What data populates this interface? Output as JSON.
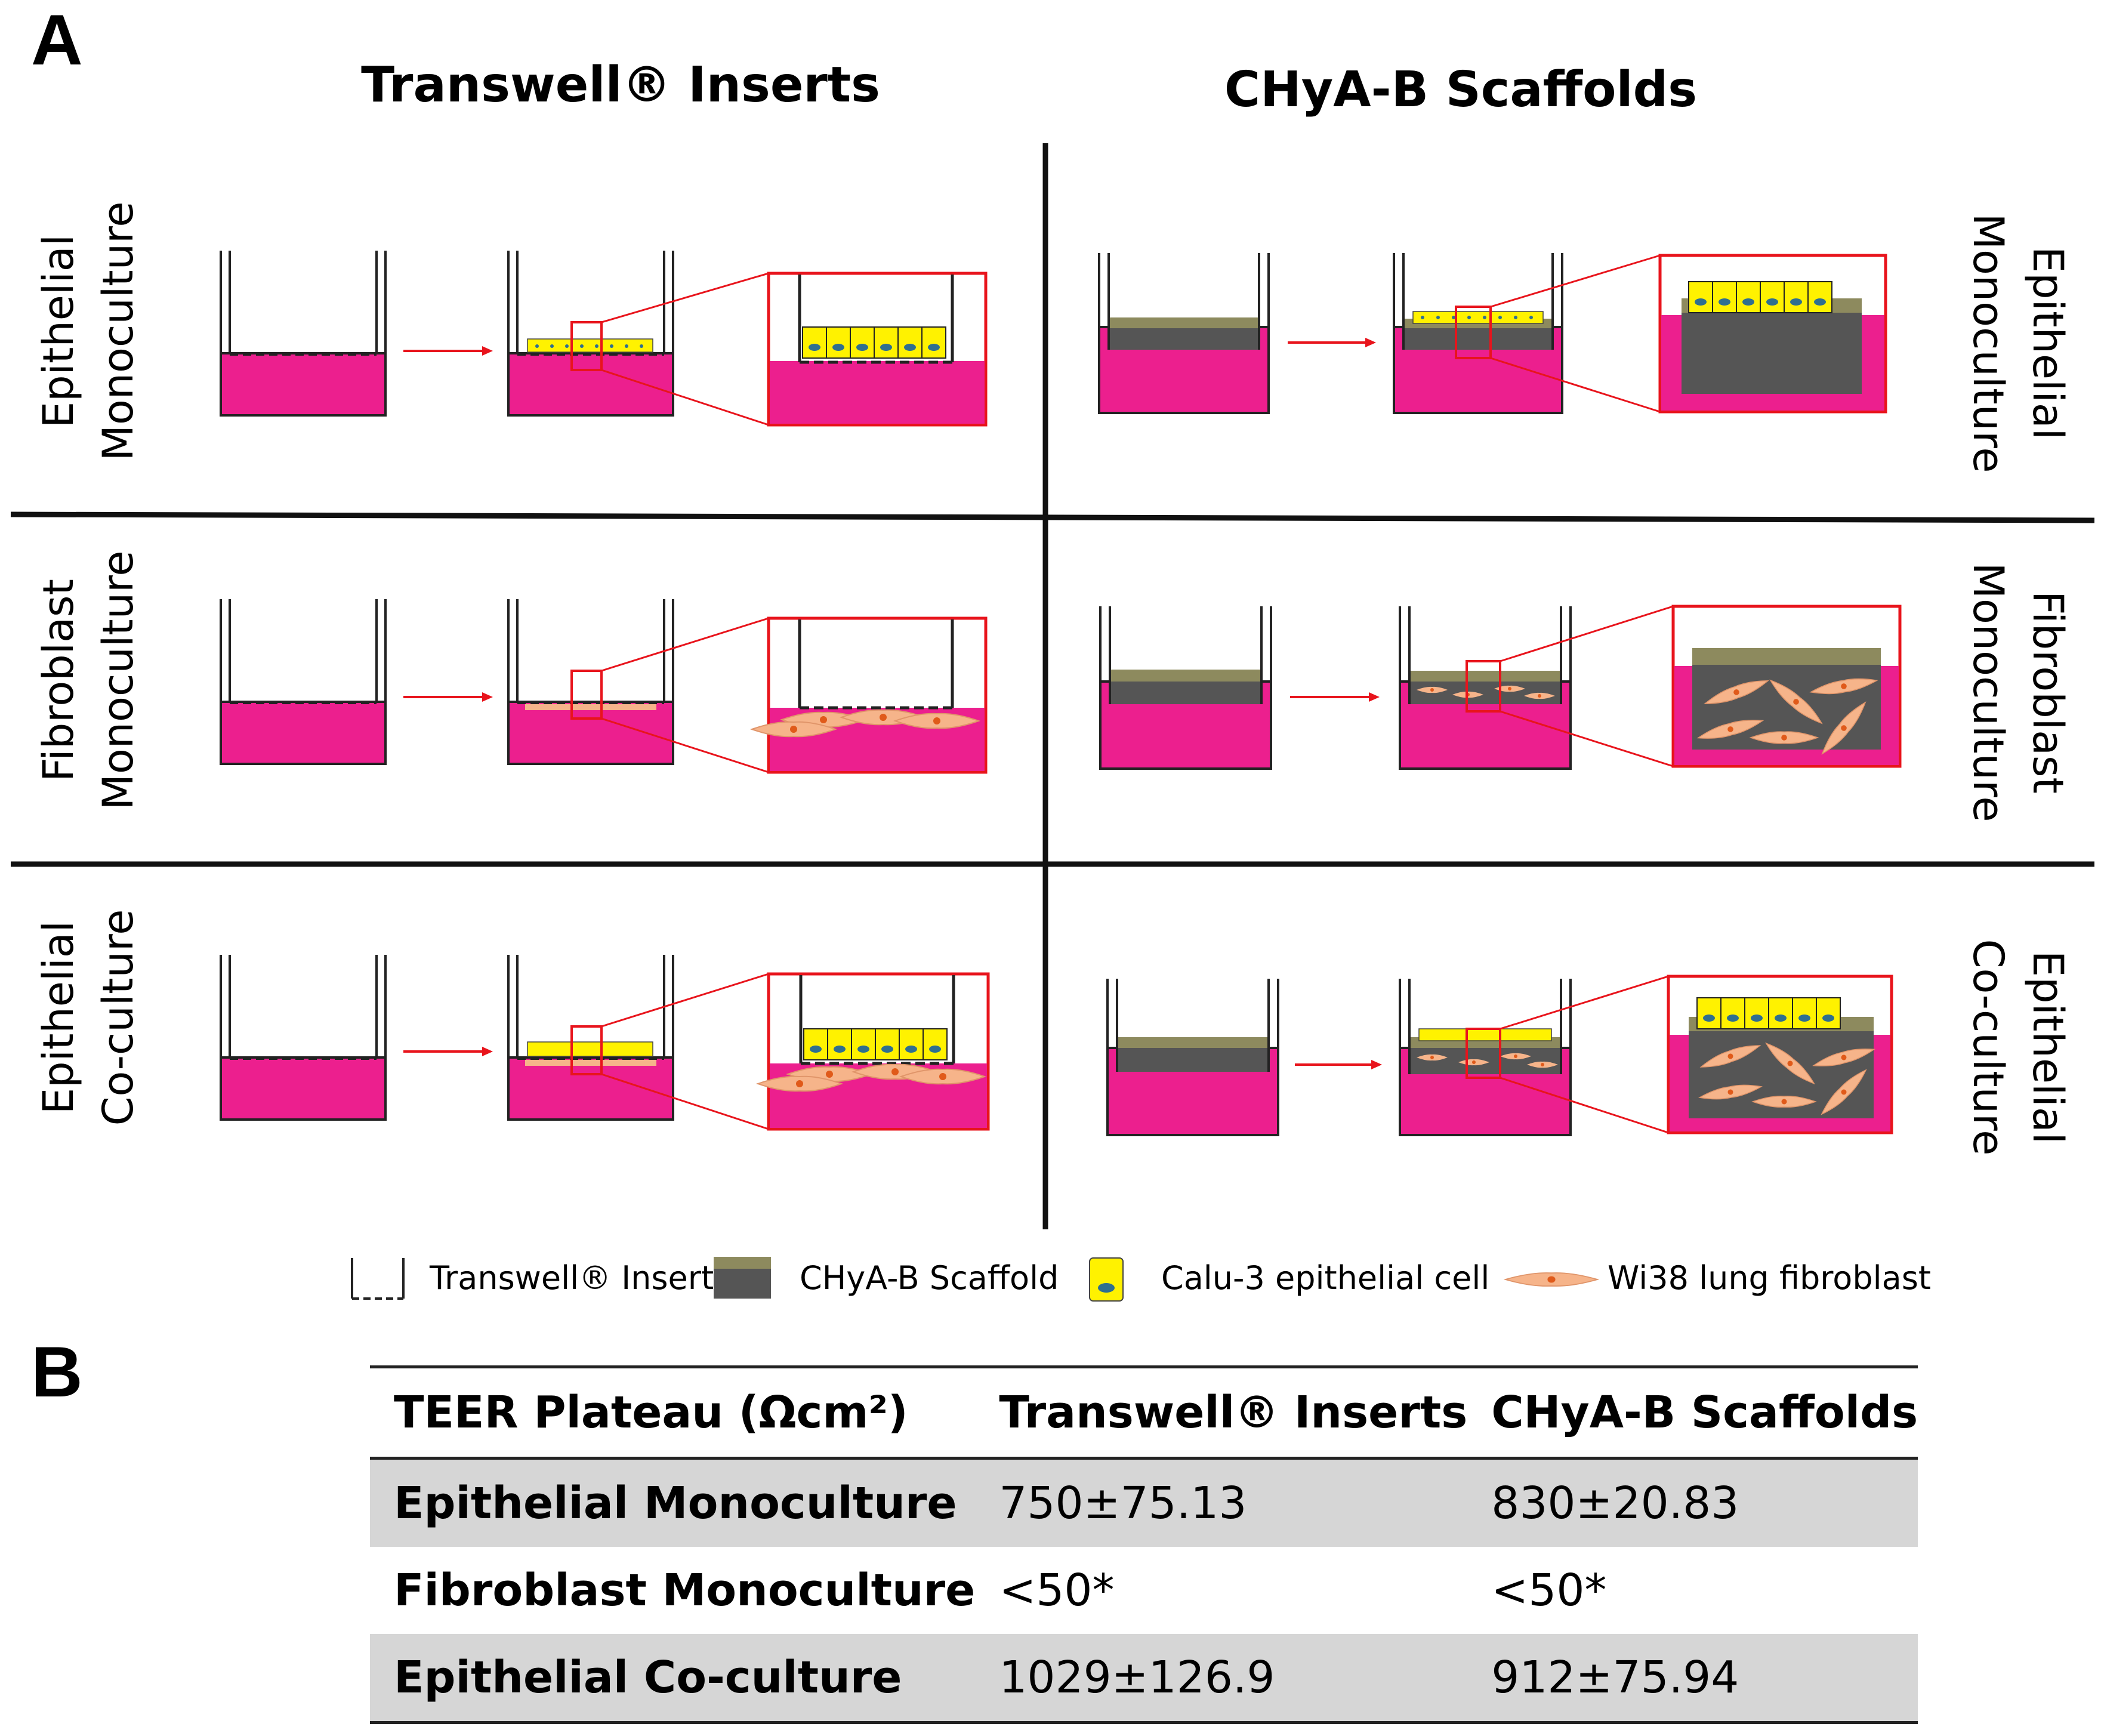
{
  "panel_a": {
    "label": "A",
    "column_titles": [
      "Transwell® Inserts",
      "CHyA-B Scaffolds"
    ],
    "left_row_labels": [
      {
        "line1": "Epithelial",
        "line2": "Monoculture"
      },
      {
        "line1": "Fibroblast",
        "line2": "Monoculture"
      },
      {
        "line1": "Epithelial",
        "line2": "Co-culture"
      }
    ],
    "right_row_labels": [
      {
        "line1": "Epithelial",
        "line2": "Monoculture"
      },
      {
        "line1": "Fibroblast",
        "line2": "Monoculture"
      },
      {
        "line1": "Epithelial",
        "line2": "Co-culture"
      }
    ],
    "legend": [
      {
        "icon": "transwell-insert-icon",
        "label": "Transwell® Insert"
      },
      {
        "icon": "scaffold-icon",
        "label": "CHyA-B Scaffold"
      },
      {
        "icon": "epithelial-cell-icon",
        "label": "Calu-3 epithelial cell"
      },
      {
        "icon": "fibroblast-icon",
        "label": "Wi38 lung fibroblast"
      }
    ]
  },
  "panel_b": {
    "label": "B",
    "table": {
      "headers": [
        "TEER Plateau (Ωcm²)",
        "Transwell® Inserts",
        "CHyA-B Scaffolds"
      ],
      "rows": [
        {
          "condition": "Epithelial Monoculture",
          "transwell": "750±75.13",
          "scaffold": "830±20.83"
        },
        {
          "condition": "Fibroblast Monoculture",
          "transwell": "<50*",
          "scaffold": "<50*"
        },
        {
          "condition": "Epithelial Co-culture",
          "transwell": "1029±126.9",
          "scaffold": "912±75.94"
        }
      ]
    }
  },
  "colors": {
    "medium": "#ec1f8e",
    "scaffold_body": "#555555",
    "scaffold_top": "#8d8a5e",
    "epithelial_cell": "#fff200",
    "nucleus": "#2f6f8f",
    "fibroblast": "#f6b48a",
    "fibroblast_nucleus": "#e05a1a",
    "zoom_frame": "#e8141c",
    "row_shade": "#d6d6d6"
  }
}
